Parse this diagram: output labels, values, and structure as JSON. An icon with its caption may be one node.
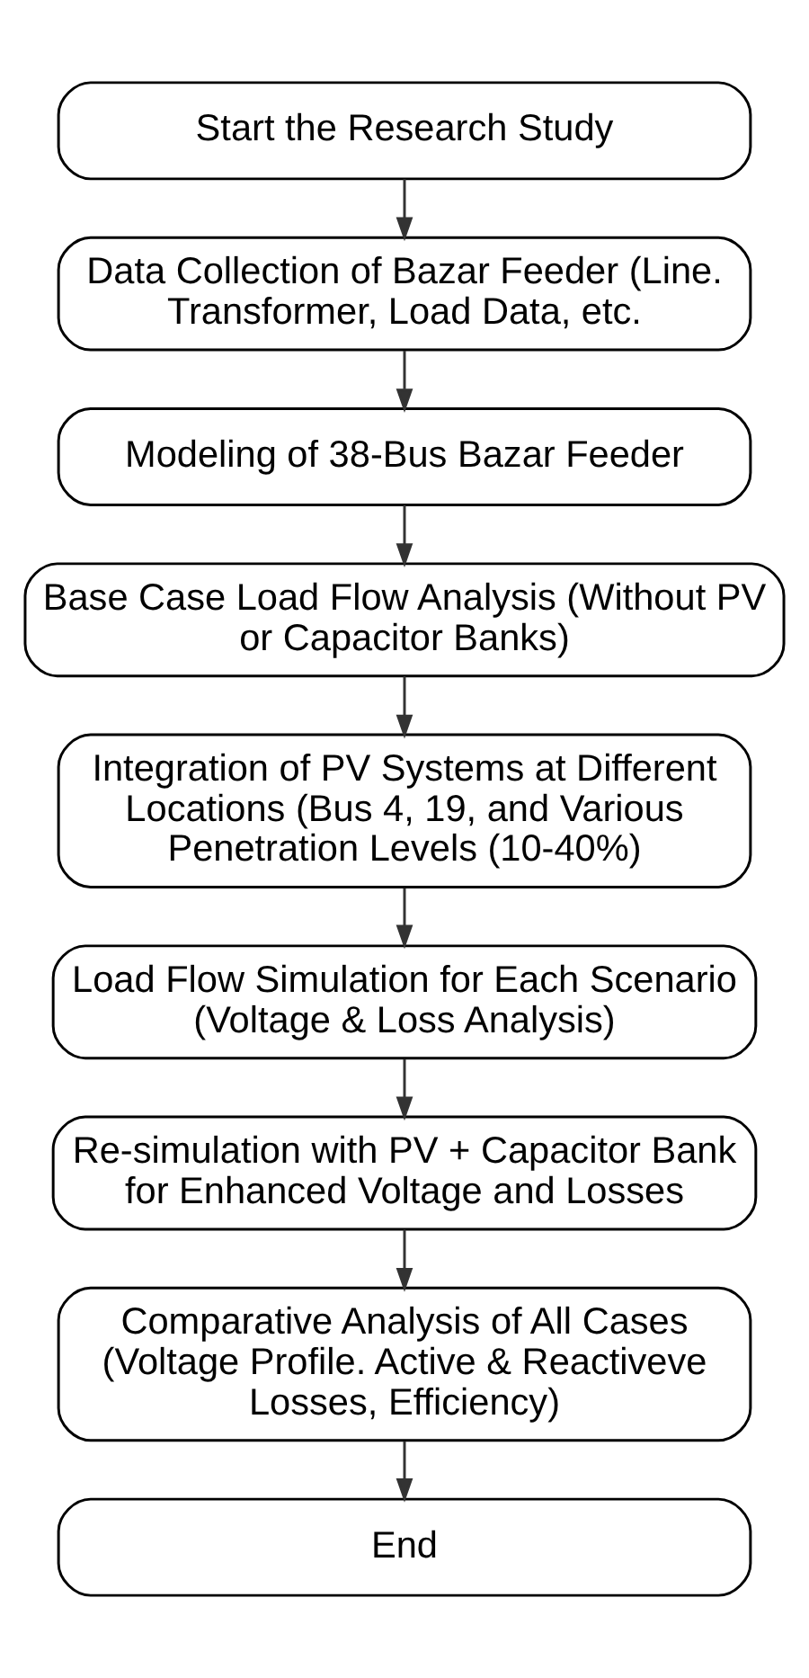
{
  "diagram": {
    "nodes": [
      {
        "text": [
          "Start the Research Study"
        ]
      },
      {
        "text": [
          "Data Collection of Bazar Feeder (Line. Transformer, Load Data, etc."
        ]
      },
      {
        "text": [
          "Modeling of 38-Bus Bazar Feeder"
        ]
      },
      {
        "text": [
          "Base Case Load Flow Analysis (Without PV or Capacitor Banks)"
        ]
      },
      {
        "text": [
          "Integration of PV Systems at Different Locations (Bus 4, 19, and Various Penetration Levels (10-40%)"
        ]
      },
      {
        "text": [
          "Load Flow Simulation for Each Scenario (Voltage & Loss Analysis)"
        ]
      },
      {
        "text": [
          "Re-simulation with PV + Capacitor Bank for Enhanced Voltage and Losses"
        ]
      },
      {
        "text": [
          "Comparative Analysis of All Cases (Voltage Profile. Active & Reactiveve Losses, Efficiency)"
        ]
      },
      {
        "text": [
          "End"
        ]
      }
    ],
    "edges": [
      {
        "from": 0,
        "to": 1,
        "arrow": "to"
      },
      {
        "from": 1,
        "to": 2,
        "arrow": "to"
      },
      {
        "from": 2,
        "to": 3,
        "arrow": "to"
      },
      {
        "from": 3,
        "to": 4,
        "arrow": "to"
      },
      {
        "from": 4,
        "to": 5,
        "arrow": "to"
      },
      {
        "from": 5,
        "to": 6,
        "arrow": "to"
      },
      {
        "from": 6,
        "to": 7,
        "arrow": "to"
      },
      {
        "from": 7,
        "to": 8,
        "arrow": "to"
      }
    ]
  }
}
